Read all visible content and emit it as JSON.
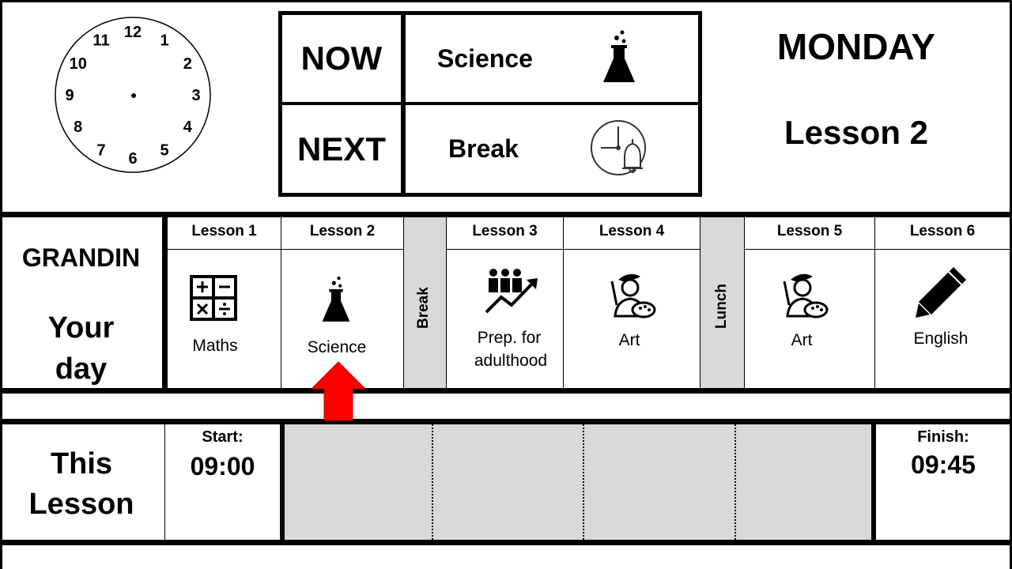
{
  "clock": {
    "numbers": [
      "12",
      "1",
      "2",
      "3",
      "4",
      "5",
      "6",
      "7",
      "8",
      "9",
      "10",
      "11"
    ]
  },
  "now_next": {
    "now_label": "NOW",
    "next_label": "NEXT",
    "now_subject": "Science",
    "next_subject": "Break",
    "now_icon": "flask-icon",
    "next_icon": "clock-bell-icon"
  },
  "day": {
    "weekday": "MONDAY",
    "current_lesson": "Lesson 2"
  },
  "student": {
    "name": "GRANDIN",
    "your_day_line1": "Your",
    "your_day_line2": "day"
  },
  "timetable": {
    "lessons": [
      {
        "header": "Lesson 1",
        "subject": "Maths",
        "icon": "maths-symbols-icon"
      },
      {
        "header": "Lesson 2",
        "subject": "Science",
        "icon": "flask-icon"
      },
      {
        "header": "Lesson 3",
        "subject_line1": "Prep. for",
        "subject_line2": "adulthood",
        "icon": "growth-people-icon"
      },
      {
        "header": "Lesson 4",
        "subject": "Art",
        "icon": "artist-icon"
      },
      {
        "header": "Lesson 5",
        "subject": "Art",
        "icon": "artist-icon"
      },
      {
        "header": "Lesson 6",
        "subject": "English",
        "icon": "pencil-icon"
      }
    ],
    "break_label": "Break",
    "lunch_label": "Lunch",
    "current_marker_icon": "red-up-arrow-icon"
  },
  "this_lesson": {
    "title_line1": "This",
    "title_line2": "Lesson",
    "start_label": "Start:",
    "start_time": "09:00",
    "finish_label": "Finish:",
    "finish_time": "09:45",
    "progress_segments": 4,
    "progress_filled": 0
  },
  "colors": {
    "grey": "#d9d9d9",
    "arrow": "#ff0000"
  }
}
